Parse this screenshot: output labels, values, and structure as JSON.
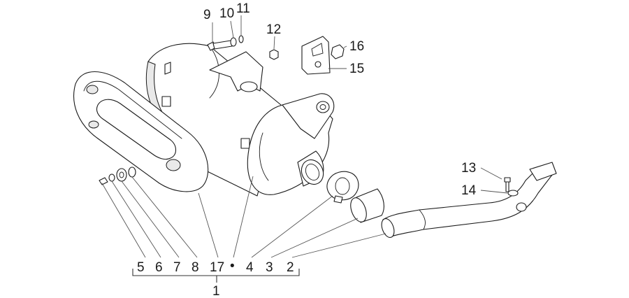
{
  "callouts": {
    "c9": "9",
    "c10": "10",
    "c11": "11",
    "c12": "12",
    "c16": "16",
    "c15": "15",
    "c13": "13",
    "c14": "14",
    "c5": "5",
    "c6": "6",
    "c7": "7",
    "c8": "8",
    "c17": "17",
    "c4": "4",
    "c3": "3",
    "c2": "2",
    "c1": "1"
  },
  "kit_marker": "•",
  "colors": {
    "line": "#1a1a1a",
    "leader": "#555555",
    "background": "#ffffff"
  }
}
